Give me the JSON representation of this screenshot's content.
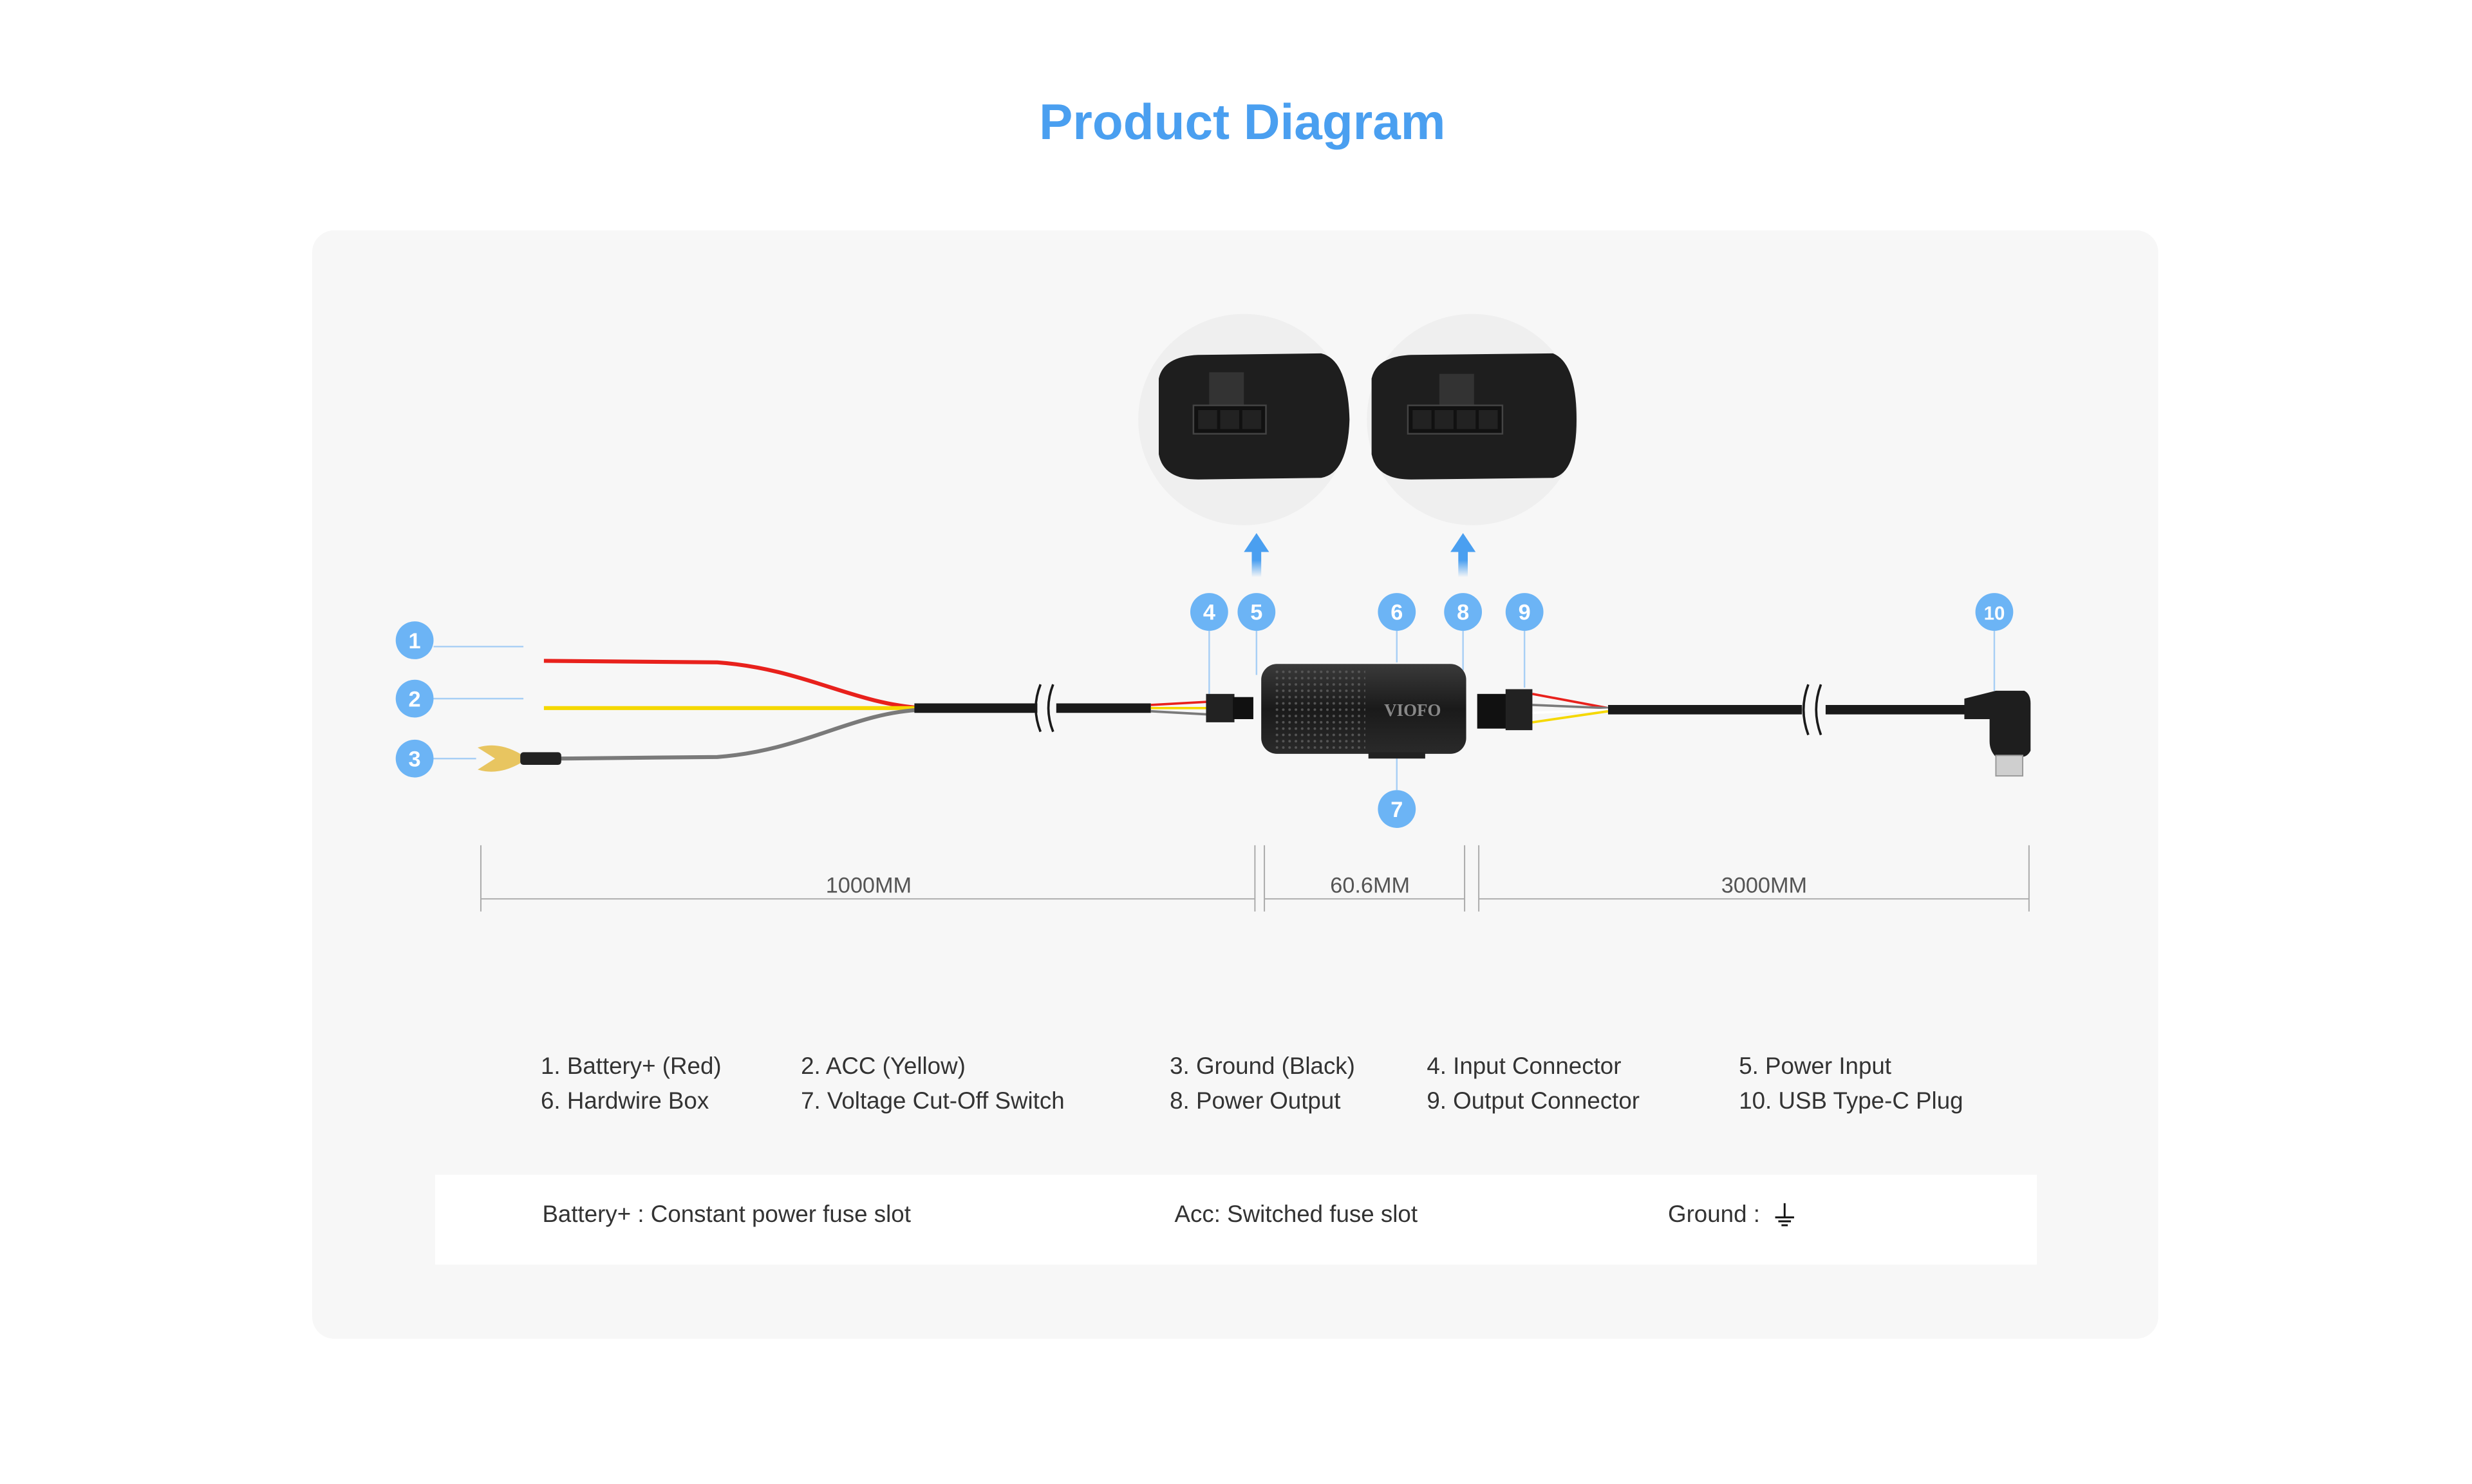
{
  "title": "Product Diagram",
  "colors": {
    "accent": "#4a9ff0",
    "badge": "#6cb4f5",
    "red": "#e8211c",
    "yellow": "#f5d800",
    "gray": "#7a7a7a",
    "panel": "#f7f7f7"
  },
  "badges": [
    "1",
    "2",
    "3",
    "4",
    "5",
    "6",
    "7",
    "8",
    "9",
    "10"
  ],
  "brand": "VIOFO",
  "dimensions": {
    "left": "1000MM",
    "middle": "60.6MM",
    "right": "3000MM"
  },
  "legend": [
    "1. Battery+ (Red)",
    "2. ACC (Yellow)",
    "3. Ground (Black)",
    "4. Input Connector",
    "5. Power Input",
    "6. Hardwire Box",
    "7. Voltage Cut-Off Switch",
    "8. Power Output",
    "9. Output Connector",
    "10. USB Type-C Plug"
  ],
  "notes": {
    "battery": "Battery+ : Constant power fuse slot",
    "acc": "Acc: Switched fuse slot",
    "ground": "Ground :"
  },
  "icons": {
    "ground": "ground-symbol-icon"
  }
}
